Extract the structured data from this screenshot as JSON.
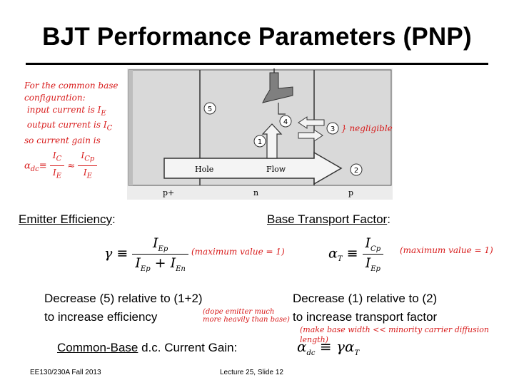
{
  "slide": {
    "title": "BJT Performance Parameters (PNP)",
    "footer_left": "EE130/230A Fall 2013",
    "footer_center": "Lecture 25, Slide 12"
  },
  "figure": {
    "regions": [
      "p+",
      "n",
      "p"
    ],
    "arrow_label_left": "Hole",
    "arrow_label_right": "Flow",
    "markers": [
      "1",
      "2",
      "3",
      "4",
      "5"
    ],
    "note_negligible": "} negligible"
  },
  "notes": {
    "lines": [
      "For the common base",
      "configuration:",
      "input current is I",
      "output current is I",
      "so current gain is"
    ],
    "sub_e": "E",
    "sub_c": "C",
    "alpha_dc": "α",
    "dc": "dc",
    "ic": "I",
    "ie": "I",
    "icp": "I",
    "cp": "Cp",
    "c": "C",
    "e": "E"
  },
  "emitter": {
    "label": "Emitter Efficiency",
    "colon": ":",
    "gamma": "γ",
    "num": "I",
    "num_sub": "Ep",
    "den_a": "I",
    "den_a_sub": "Ep",
    "plus": " + ",
    "den_b": "I",
    "den_b_sub": "En",
    "note": "(maximum value = 1)",
    "desc1": "Decrease (5) relative to (1+2)",
    "desc2": "to increase efficiency",
    "hand_note": "(dope emitter much more heavily than base)"
  },
  "base": {
    "label": "Base Transport Factor",
    "colon": ":",
    "alpha": "α",
    "alpha_sub": "T",
    "num": "I",
    "num_sub": "Cp",
    "den": "I",
    "den_sub": "Ep",
    "note": "(maximum value = 1)",
    "desc1": "Decrease (1) relative to (2)",
    "desc2": "to increase transport factor",
    "hand_note": "(make base width << minority carrier diffusion length)"
  },
  "gain": {
    "label_a": "Common-Base",
    "label_b": " d.c. Current Gain:",
    "alpha": "α",
    "sub": "dc",
    "equiv": "≡",
    "rhs_gamma": "γ",
    "rhs_alpha": "α",
    "rhs_sub": "T"
  },
  "symbols": {
    "equiv": "≡",
    "approx": "≈"
  }
}
